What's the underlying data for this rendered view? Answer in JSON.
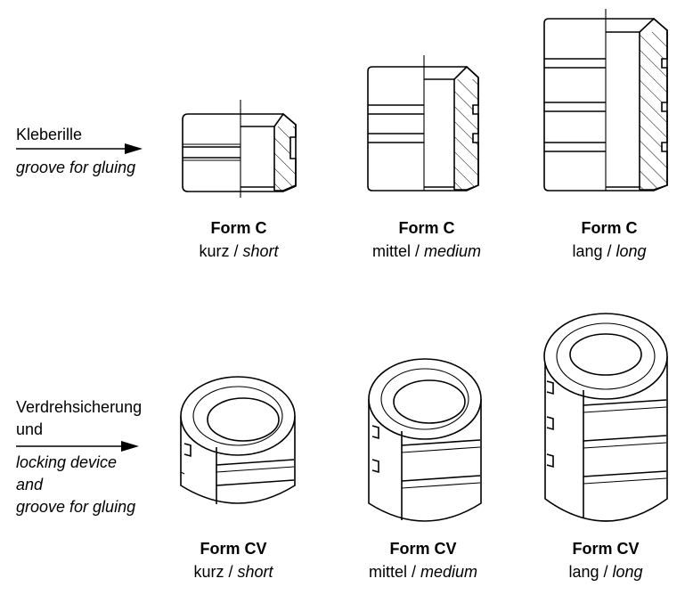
{
  "annotations": {
    "groove": {
      "de": "Kleberille",
      "en": "groove for gluing"
    },
    "locking": {
      "de_line1": "Verdrehsicherung",
      "de_line2": "und",
      "en_line1": "locking device",
      "en_line2": "and",
      "en_line3": "groove for gluing"
    }
  },
  "items": [
    {
      "form": "Form C",
      "de": "kurz",
      "sep": " / ",
      "en": "short"
    },
    {
      "form": "Form C",
      "de": "mittel",
      "sep": " / ",
      "en": "medium"
    },
    {
      "form": "Form C",
      "de": "lang",
      "sep": " / ",
      "en": "long"
    },
    {
      "form": "Form CV",
      "de": "kurz",
      "sep": " / ",
      "en": "short"
    },
    {
      "form": "Form CV",
      "de": "mittel",
      "sep": " / ",
      "en": "medium"
    },
    {
      "form": "Form CV",
      "de": "lang",
      "sep": " / ",
      "en": "long"
    }
  ],
  "colors": {
    "line": "#000000",
    "background": "#ffffff"
  }
}
